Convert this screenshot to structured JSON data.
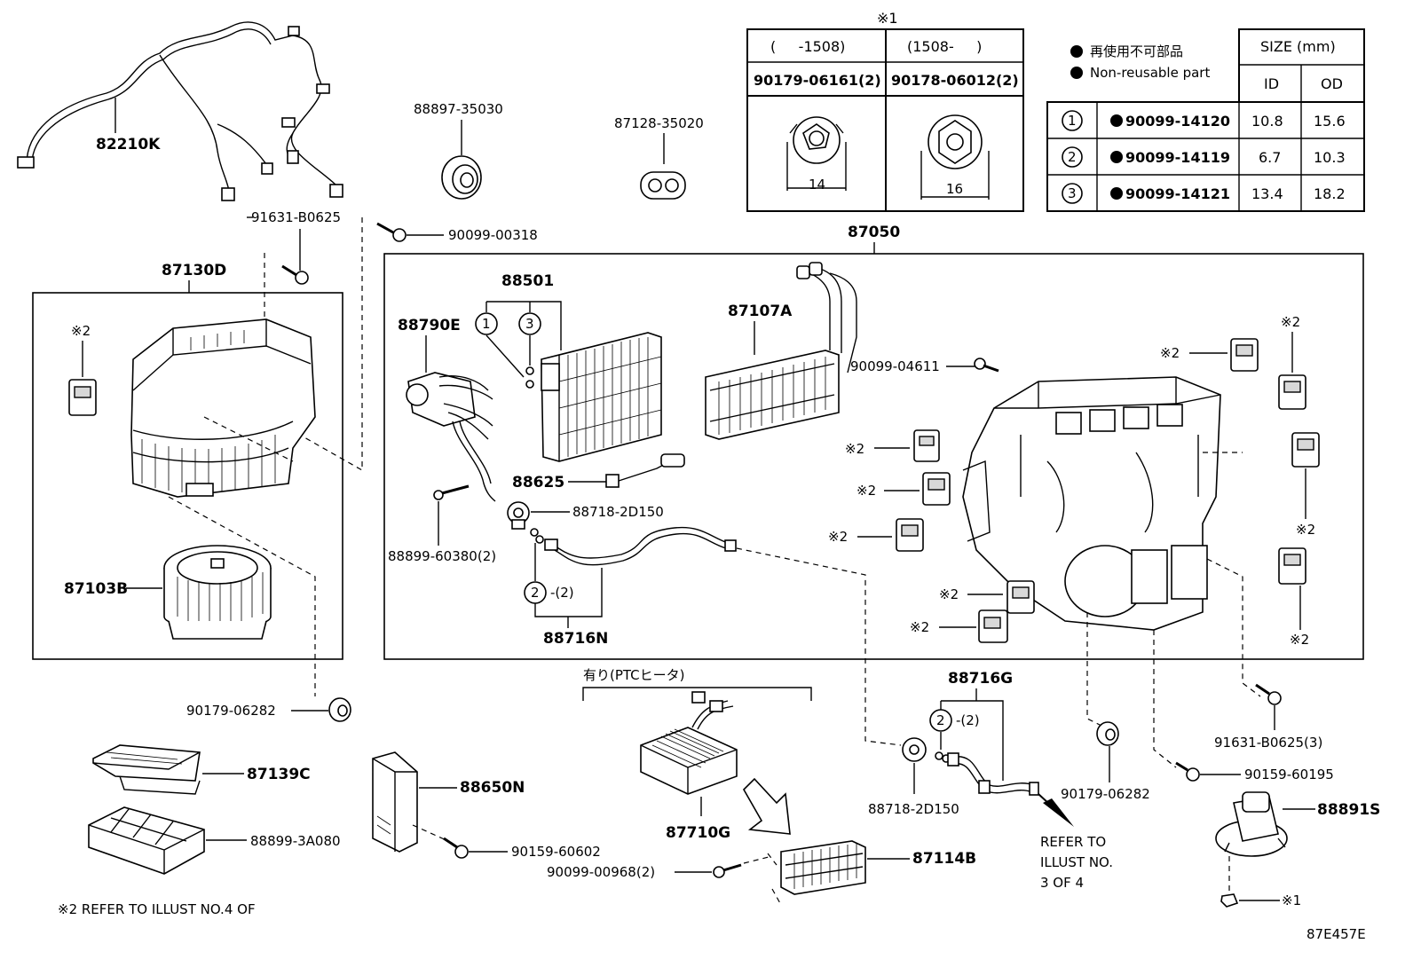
{
  "parts": {
    "harness": "82210K",
    "bolt_a": "91631-B0625",
    "screw_a": "90099-00318",
    "seal": "88897-35030",
    "grommet": "87128-35020",
    "unit_assy": "87050",
    "blower_assy": "87130D",
    "blower_motor": "87103B",
    "evaporator": "88501",
    "exp_valve": "88790E",
    "heater_core": "87107A",
    "screw_b": "90099-04611",
    "thermistor": "88625",
    "valve_b": "88718-2D150",
    "bolt_b": "88899-60380(2)",
    "tube": "88716N",
    "clip_a": "90179-06282",
    "filter": "87139C",
    "filter_case": "88899-3A080",
    "amp": "88650N",
    "screw_c": "90159-60602",
    "ptc_heater": "87710G",
    "screw_d": "90099-00968(2)",
    "ptc_core": "87114B",
    "tube_g": "88716G",
    "valve_c": "88718-2D150",
    "clip_b": "90179-06282",
    "bolt_c": "91631-B0625(3)",
    "screw_e": "90159-60195",
    "sensor": "88891S"
  },
  "marks": {
    "ref2": "※2",
    "ref1": "※1",
    "c1": "1",
    "c2": "2",
    "c3": "3",
    "x2_suffix": "-(2)"
  },
  "ptc_label": "有り(PTCヒータ)",
  "refer_to": [
    "REFER TO",
    "ILLUST NO.",
    "3 OF 4"
  ],
  "footnote": "※2 REFER TO ILLUST NO.4 OF",
  "figure_code": "87E457E",
  "nut_table": {
    "title": "※1",
    "col1_header": "(     -1508)",
    "col2_header": "(1508-     )",
    "col1_part": "90179-06161(2)",
    "col2_part": "90178-06012(2)",
    "col1_dim": "14",
    "col2_dim": "16"
  },
  "size_table": {
    "legend_jp": "再使用不可部品",
    "legend_en": "Non-reusable part",
    "size_header": "SIZE (mm)",
    "id_header": "ID",
    "od_header": "OD",
    "rows": [
      {
        "no": "1",
        "part": "90099-14120",
        "id": "10.8",
        "od": "15.6"
      },
      {
        "no": "2",
        "part": "90099-14119",
        "id": "6.7",
        "od": "10.3"
      },
      {
        "no": "3",
        "part": "90099-14121",
        "id": "13.4",
        "od": "18.2"
      }
    ]
  }
}
